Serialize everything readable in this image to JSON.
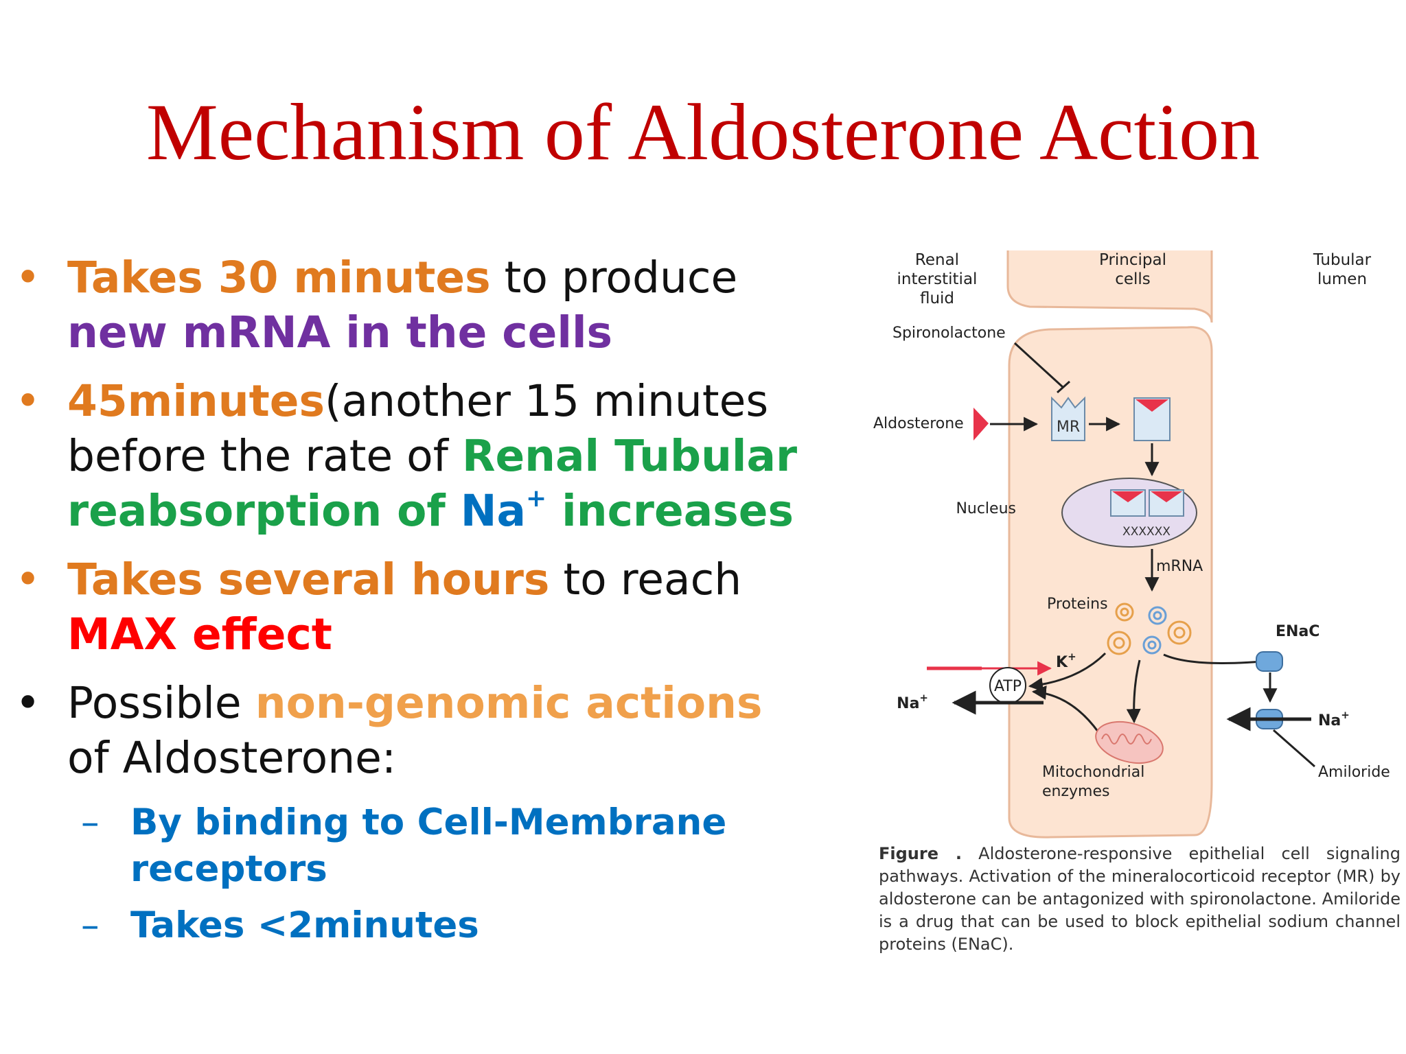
{
  "slide": {
    "title": "Mechanism of Aldosterone Action"
  },
  "bullets": [
    {
      "segments": [
        {
          "text": "Takes 30 minutes",
          "style": "orange"
        },
        {
          "text": " to produce ",
          "style": "plain"
        },
        {
          "text": "new mRNA in the cells",
          "style": "purple"
        }
      ]
    },
    {
      "segments": [
        {
          "text": "45minutes",
          "style": "orange"
        },
        {
          "text": "(another 15 minutes before the rate of ",
          "style": "plain"
        },
        {
          "text": "Renal Tubular reabsorption of ",
          "style": "green"
        },
        {
          "text": "Na",
          "style": "blue"
        },
        {
          "text": "+",
          "style": "blue-sup"
        },
        {
          "text": " increases",
          "style": "green"
        }
      ]
    },
    {
      "segments": [
        {
          "text": "Takes several hours",
          "style": "orange"
        },
        {
          "text": " to reach ",
          "style": "plain"
        },
        {
          "text": "MAX effect",
          "style": "red"
        }
      ]
    },
    {
      "segments": [
        {
          "text": "Possible ",
          "style": "plain"
        },
        {
          "text": "non-genomic actions",
          "style": "lightorange"
        },
        {
          "text": " of Aldosterone:",
          "style": "plain"
        }
      ]
    }
  ],
  "sub_bullets": [
    {
      "dash": "–",
      "text": "By binding to Cell-Membrane receptors"
    },
    {
      "dash": "–",
      "text": "Takes <2minutes"
    }
  ],
  "bullet_glyph": "•",
  "figure": {
    "labels": {
      "renal_interstitial": [
        "Renal",
        "interstitial",
        "fluid"
      ],
      "principal_cells": [
        "Principal",
        "cells"
      ],
      "tubular_lumen": [
        "Tubular",
        "lumen"
      ],
      "spironolactone": "Spironolactone",
      "aldosterone": "Aldosterone",
      "mr": "MR",
      "nucleus": "Nucleus",
      "dna": "XXXXXX",
      "mrna": "mRNA",
      "proteins": "Proteins",
      "enac": "ENaC",
      "k": "K",
      "plus": "+",
      "atp": "ATP",
      "na_left": "Na",
      "na_right": "Na",
      "amiloride": "Amiloride",
      "mito": [
        "Mitochondrial",
        "enzymes"
      ]
    },
    "caption_label": "Figure .",
    "caption_text": "Aldosterone-responsive epithelial cell signaling pathways. Activation of the mineralocorticoid receptor (MR) by aldosterone can be antagonized with spironolactone. Amiloride is a drug that can be used to block epithelial sodium channel proteins (ENaC).",
    "colors": {
      "cell_fill": "#fde4d2",
      "cell_stroke": "#e8b89a",
      "arrow": "#222222",
      "aldo_red": "#e8334a",
      "box_fill": "#dbe9f5",
      "box_stroke": "#6b8aa8",
      "nucleus_fill": "#e6dcef"
    }
  }
}
